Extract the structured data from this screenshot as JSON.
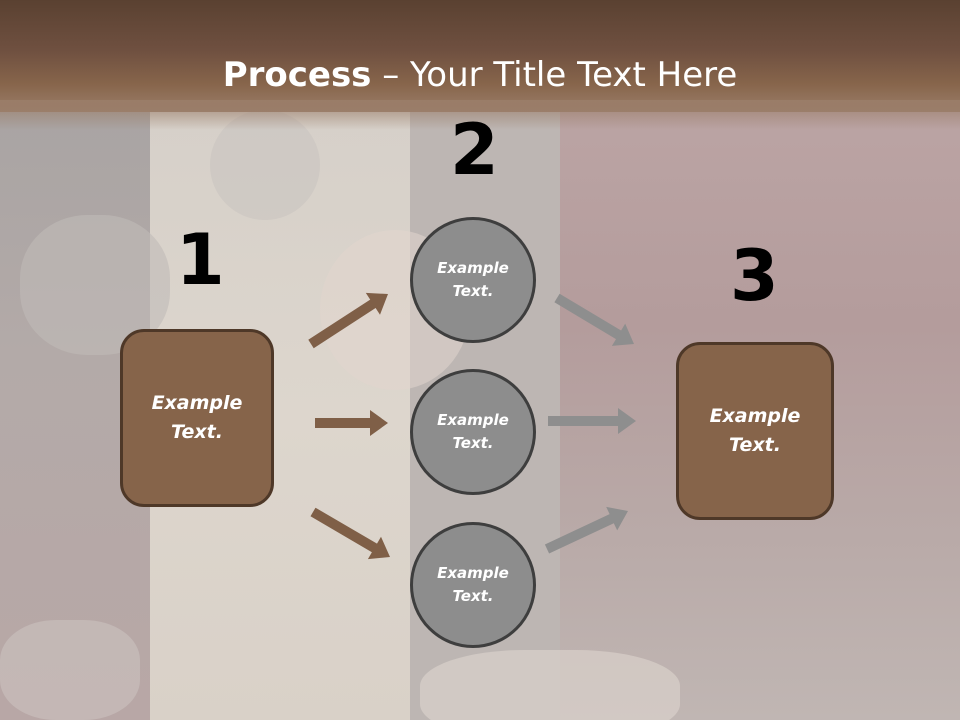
{
  "title": {
    "bold": "Process",
    "rest": " – Your Title Text Here"
  },
  "numbers": [
    "1",
    "2",
    "3"
  ],
  "left_box": {
    "label": "Example\nText."
  },
  "right_box": {
    "label": "Example\nText."
  },
  "circles": [
    {
      "label": "Example\nText."
    },
    {
      "label": "Example\nText."
    },
    {
      "label": "Example\nText."
    }
  ],
  "colors": {
    "header": "#6f5040",
    "box_fill": "#86644a",
    "box_border": "#4e3828",
    "circle_fill": "#8d8d8d",
    "circle_border": "#3e3e3e",
    "arrow_in": "#7f5f47",
    "arrow_out": "#8e8e8e"
  }
}
